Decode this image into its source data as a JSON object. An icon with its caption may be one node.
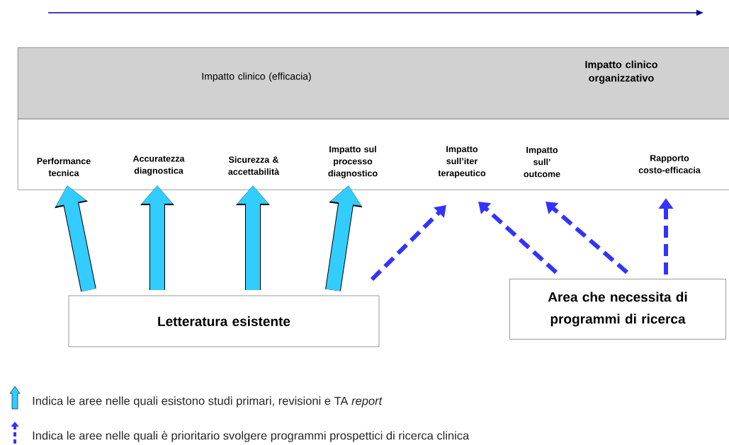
{
  "diagram": {
    "nodes": [
      {
        "text": [
          "Impatto clinico (efficacia)",
          "Impatto clinico organizzativo"
        ]
      },
      {
        "text": [],
        "shape": "box"
      },
      {
        "text": [
          "Performance tecnica"
        ],
        "in": 1
      },
      {
        "text": [
          "Accuratezza diagnostica"
        ],
        "in": 1
      },
      {
        "text": [
          "Sicurezza & accettabilità"
        ],
        "in": 1
      },
      {
        "text": [
          "Impatto sul processo diagnostico"
        ],
        "in": 1
      },
      {
        "text": [
          "Impatto sull’iter terapeutico"
        ],
        "in": 1
      },
      {
        "text": [
          "Impatto sull’ outcome"
        ],
        "in": 1
      },
      {
        "text": [
          "Rapporto costo-efficacia"
        ],
        "in": 1
      },
      {
        "text": [
          "Letteratura esistente"
        ]
      },
      {
        "text": [
          "Area che necessita di programmi di ricerca"
        ]
      }
    ],
    "edges": [
      {
        "from": 9,
        "to": 2,
        "arrow": "to",
        "style": "thick",
        "color": "#33ccff"
      },
      {
        "from": 9,
        "to": 3,
        "arrow": "to",
        "style": "thick",
        "color": "#33ccff"
      },
      {
        "from": 9,
        "to": 4,
        "arrow": "to",
        "style": "thick",
        "color": "#33ccff"
      },
      {
        "from": 9,
        "to": 5,
        "arrow": "to",
        "style": "thick",
        "color": "#33ccff"
      },
      {
        "from": 9,
        "to": 6,
        "arrow": "to",
        "style": "dashed",
        "color": "#3333ff"
      },
      {
        "from": 10,
        "to": 6,
        "arrow": "to",
        "style": "dashed",
        "color": "#3333ff"
      },
      {
        "from": 10,
        "to": 7,
        "arrow": "to",
        "style": "dashed",
        "color": "#3333ff"
      },
      {
        "from": 10,
        "to": 8,
        "arrow": "to",
        "style": "dashed",
        "color": "#3333ff"
      }
    ],
    "legend": [
      {
        "text": "Indica le aree nelle quali esistono studi primari, revisioni e TA *report*"
      },
      {
        "text": "Indica le aree nelle quali è prioritario svolgere programmi prospettici di ricerca clinica"
      }
    ]
  }
}
